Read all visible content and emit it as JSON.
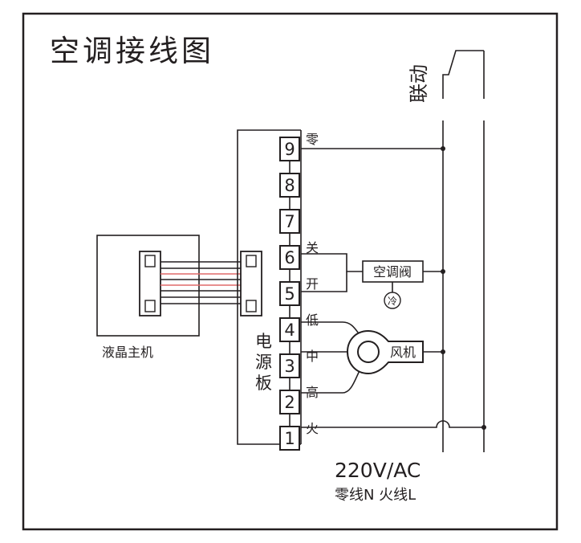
{
  "title": "空调接线图",
  "linkage_label": "联动",
  "main_unit_label": "液晶主机",
  "power_board_label": "电源板",
  "terminals": [
    {
      "number": "9",
      "label": "零"
    },
    {
      "number": "8",
      "label": ""
    },
    {
      "number": "7",
      "label": ""
    },
    {
      "number": "6",
      "label": "关"
    },
    {
      "number": "5",
      "label": "开"
    },
    {
      "number": "4",
      "label": "低"
    },
    {
      "number": "3",
      "label": "中"
    },
    {
      "number": "2",
      "label": "高"
    },
    {
      "number": "1",
      "label": "火"
    }
  ],
  "valve_label": "空调阀",
  "cold_label": "冷",
  "fan_label": "风机",
  "supply_voltage": "220V/AC",
  "supply_lines": "零线N 火线L",
  "colors": {
    "line": "#231f20",
    "cable_accent": "#e06a6a",
    "background": "#ffffff"
  }
}
